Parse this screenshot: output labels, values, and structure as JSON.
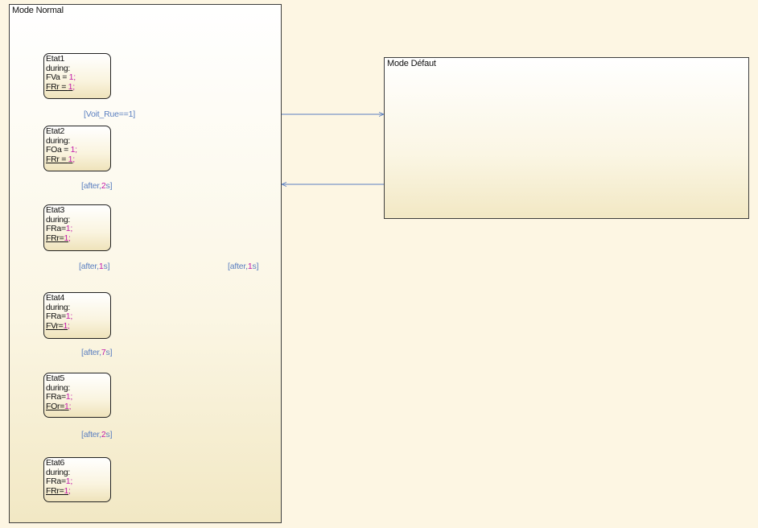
{
  "diagram": {
    "superstates": [
      {
        "id": "mode-normal",
        "title": "Mode Normal"
      },
      {
        "id": "mode-defaut",
        "title": "Mode Défaut"
      }
    ],
    "states": [
      {
        "name": "Etat1",
        "action": "during:",
        "lines": [
          {
            "var": "FVa",
            "op": " = ",
            "val": "1",
            "end": ";"
          },
          {
            "var": "FRr",
            "op": " = ",
            "val": "1",
            "end": ";"
          }
        ]
      },
      {
        "name": "Etat2",
        "action": "during:",
        "lines": [
          {
            "var": "FOa",
            "op": " = ",
            "val": "1",
            "end": ";"
          },
          {
            "var": "FRr",
            "op": " = ",
            "val": "1",
            "end": ";"
          }
        ]
      },
      {
        "name": "Etat3",
        "action": "during:",
        "lines": [
          {
            "var": "FRa",
            "op": "=",
            "val": "1",
            "end": ";"
          },
          {
            "var": "FRr",
            "op": "=",
            "val": "1",
            "end": ";"
          }
        ]
      },
      {
        "name": "Etat4",
        "action": "during:",
        "lines": [
          {
            "var": "FRa",
            "op": "=",
            "val": "1",
            "end": ";"
          },
          {
            "var": "FVr",
            "op": "=",
            "val": "1",
            "end": ";"
          }
        ]
      },
      {
        "name": "Etat5",
        "action": "during:",
        "lines": [
          {
            "var": "FRa",
            "op": "=",
            "val": "1",
            "end": ";"
          },
          {
            "var": "FOr",
            "op": "=",
            "val": "1",
            "end": ";"
          }
        ]
      },
      {
        "name": "Etat6",
        "action": "during:",
        "lines": [
          {
            "var": "FRa",
            "op": "=",
            "val": "1",
            "end": ";"
          },
          {
            "var": "FRr",
            "op": "=",
            "val": "1",
            "end": ";"
          }
        ]
      }
    ],
    "transitions": [
      {
        "text": "[Voit_Rue==1]"
      },
      {
        "text": "[after,",
        "num": "2",
        "unit": "s]"
      },
      {
        "text": "[after,",
        "num": "1",
        "unit": "s]"
      },
      {
        "text": "[after,",
        "num": "7",
        "unit": "s]"
      },
      {
        "text": "[after,",
        "num": "2",
        "unit": "s]"
      },
      {
        "text": "[after,",
        "num": "1",
        "unit": "s]"
      }
    ],
    "colors": {
      "wire": "#5b7fc0",
      "value": "#c219a8",
      "border": "#222222",
      "background": "#fdf6e3"
    }
  }
}
